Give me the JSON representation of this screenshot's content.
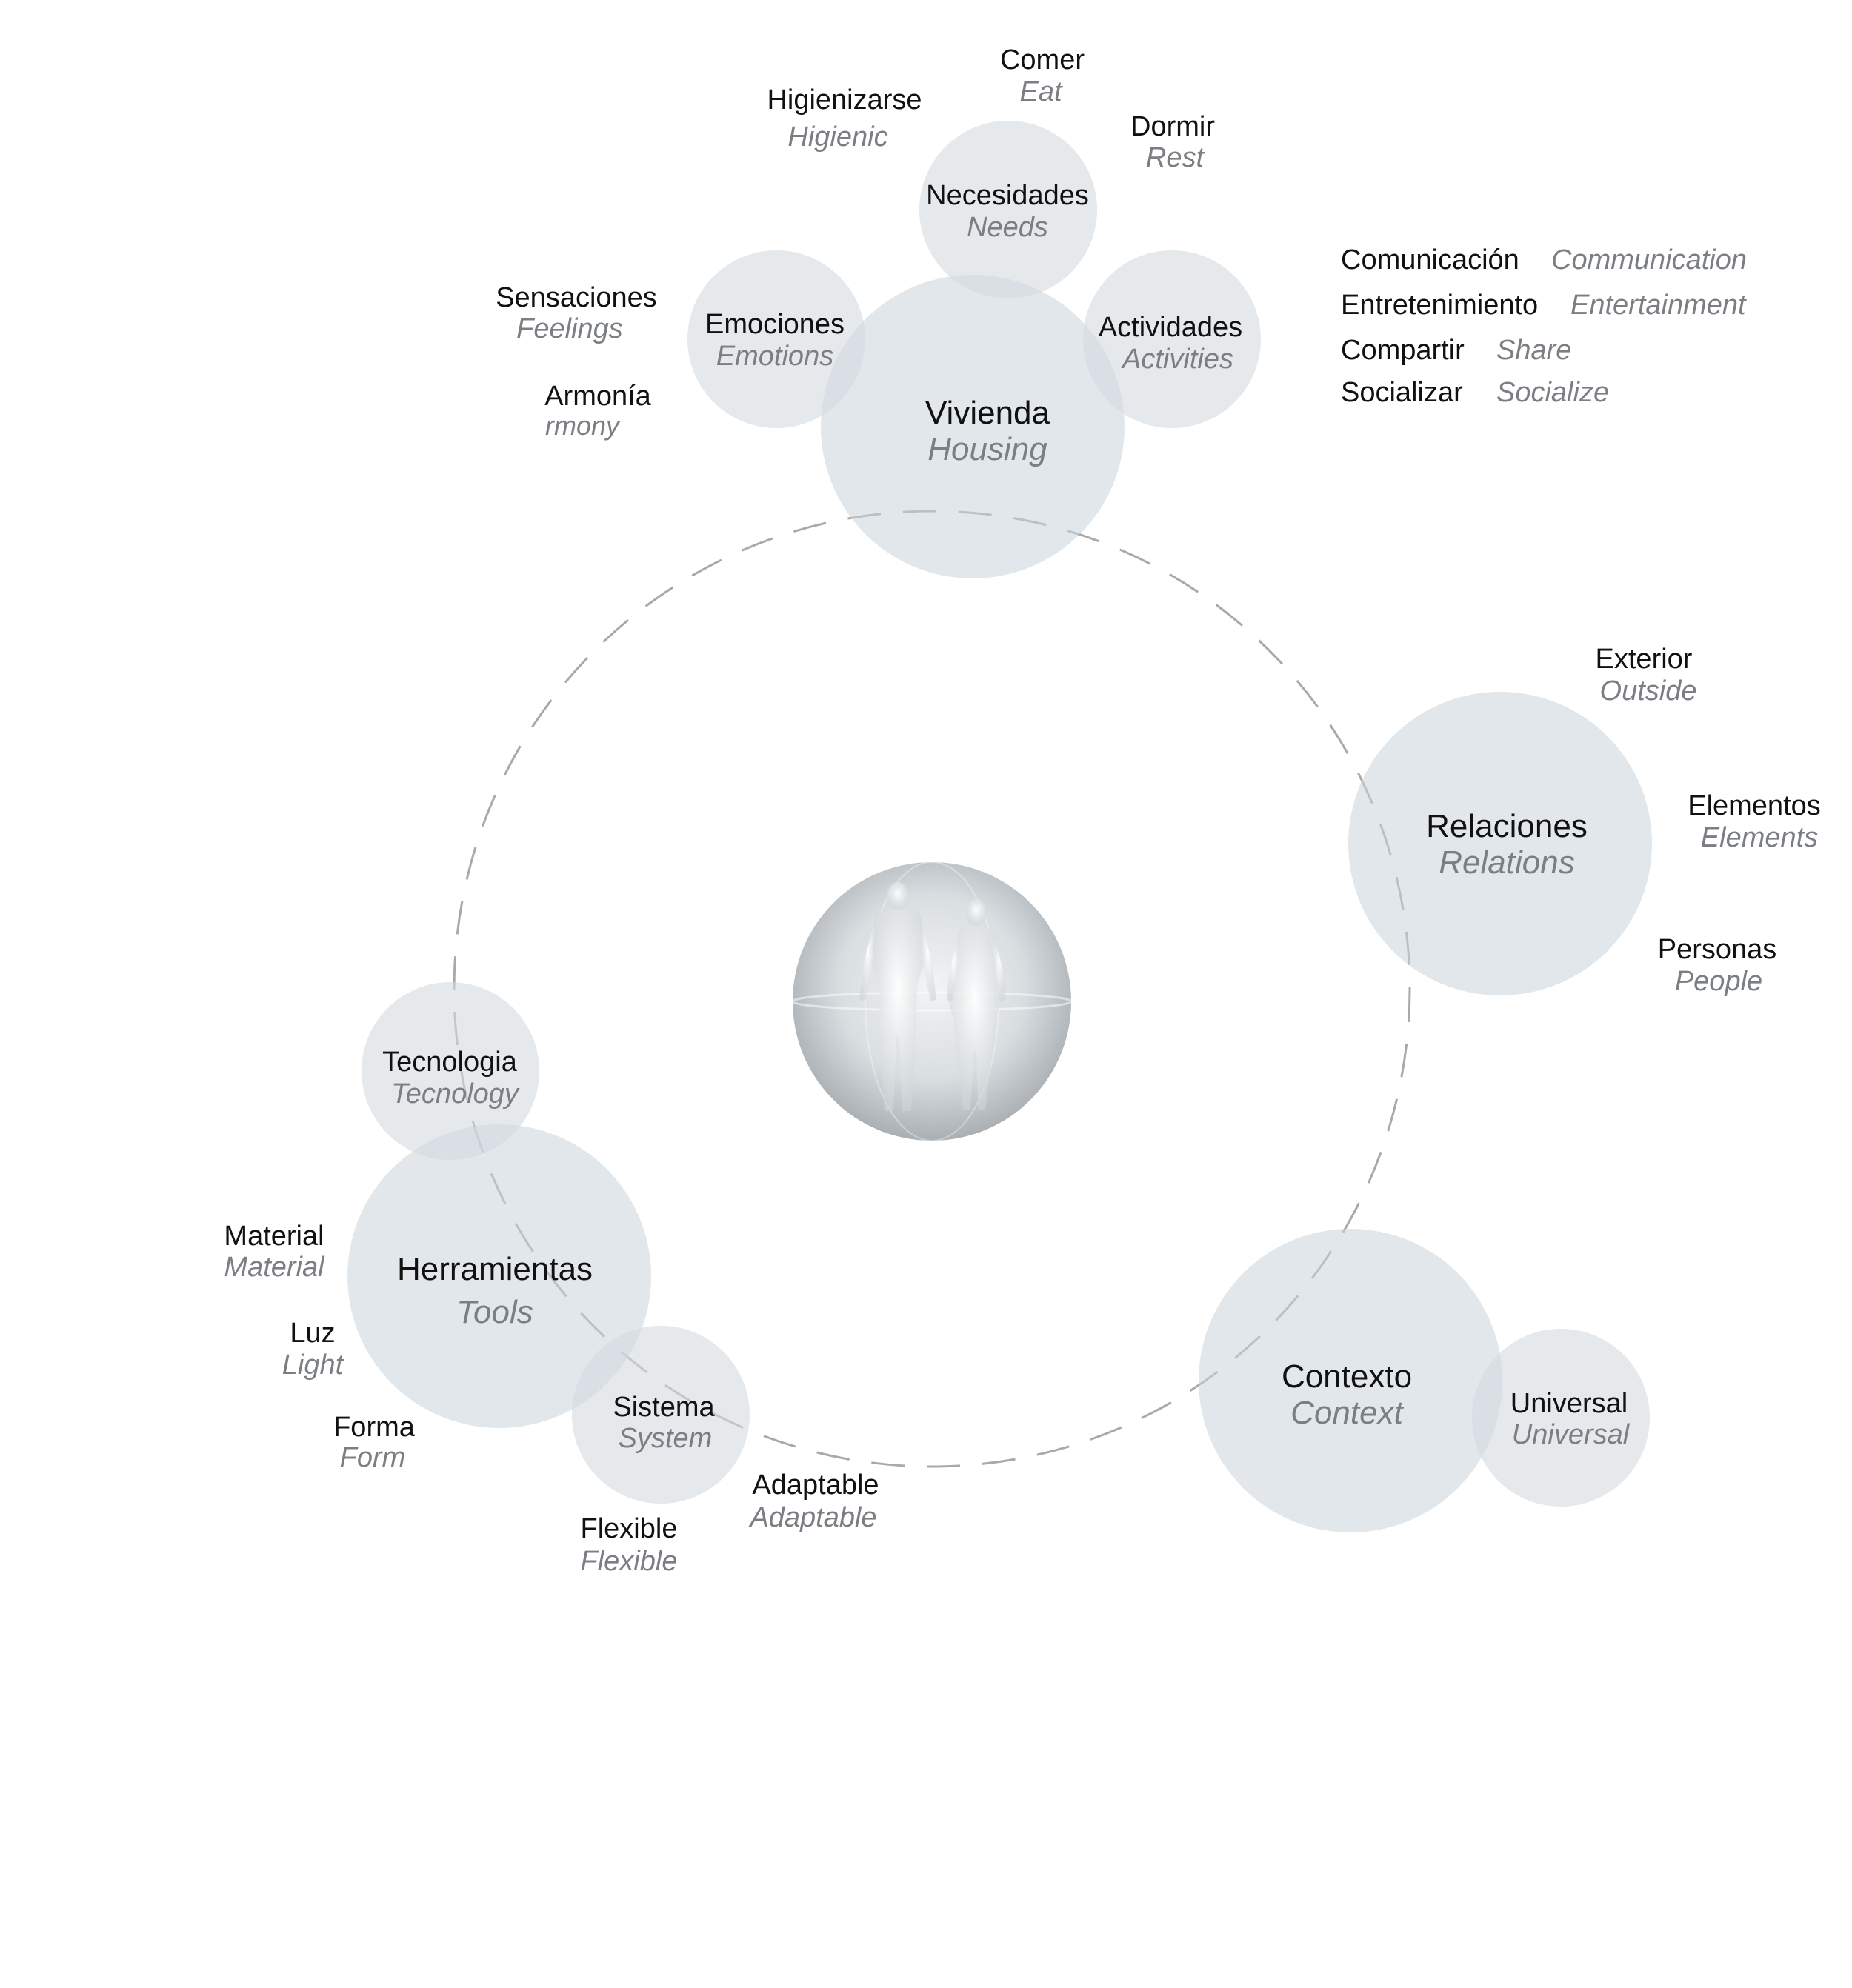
{
  "hubs": {
    "housing": {
      "es": "Vivienda",
      "en": "Housing"
    },
    "relations": {
      "es": "Relaciones",
      "en": "Relations"
    },
    "tools": {
      "es": "Herramientas",
      "en": "Tools"
    },
    "context": {
      "es": "Contexto",
      "en": "Context"
    }
  },
  "sub_circles": {
    "needs": {
      "es": "Necesidades",
      "en": "Needs"
    },
    "emotions": {
      "es": "Emociones",
      "en": "Emotions"
    },
    "activities": {
      "es": "Actividades",
      "en": "Activities"
    },
    "technology": {
      "es": "Tecnologia",
      "en": "Tecnology"
    },
    "system": {
      "es": "Sistema",
      "en": "System"
    },
    "universal": {
      "es": "Universal",
      "en": "Universal"
    }
  },
  "labels": {
    "eat": {
      "es": "Comer",
      "en": "Eat"
    },
    "hygiene": {
      "es": "Higienizarse",
      "en": "Higienic"
    },
    "rest": {
      "es": "Dormir",
      "en": "Rest"
    },
    "feelings": {
      "es": "Sensaciones",
      "en": "Feelings"
    },
    "harmony": {
      "es": "Armonía",
      "en": "rmony"
    },
    "outside": {
      "es": "Exterior",
      "en": "Outside"
    },
    "elements": {
      "es": "Elementos",
      "en": "Elements"
    },
    "people": {
      "es": "Personas",
      "en": "People"
    },
    "material": {
      "es": "Material",
      "en": "Material"
    },
    "light": {
      "es": "Luz",
      "en": "Light"
    },
    "form": {
      "es": "Forma",
      "en": "Form"
    },
    "flexible": {
      "es": "Flexible",
      "en": "Flexible"
    },
    "adaptable": {
      "es": "Adaptable",
      "en": "Adaptable"
    }
  },
  "activity_list": [
    {
      "es": "Comunicación",
      "en": "Communication"
    },
    {
      "es": "Entretenimiento",
      "en": "Entertainment"
    },
    {
      "es": "Compartir",
      "en": "Share"
    },
    {
      "es": "Socializar",
      "en": "Socialize"
    }
  ],
  "center": {
    "image": "human-figures-sphere"
  },
  "colors": {
    "circle": "#c9d3d9",
    "text_es": "#111111",
    "text_en": "#7b7f84",
    "ring": "#a9a9a9"
  }
}
